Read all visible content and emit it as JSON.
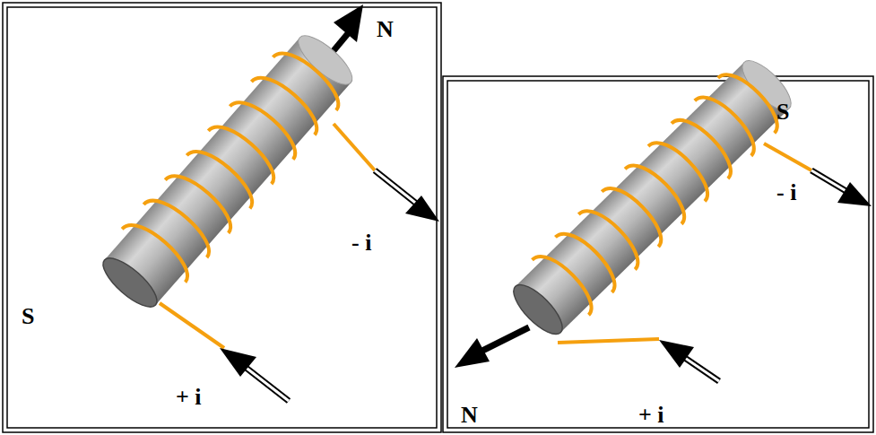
{
  "diagram": {
    "labels": [
      "N",
      "- i",
      "S",
      "+ i",
      "S",
      "- i",
      "N",
      "+ i"
    ]
  }
}
